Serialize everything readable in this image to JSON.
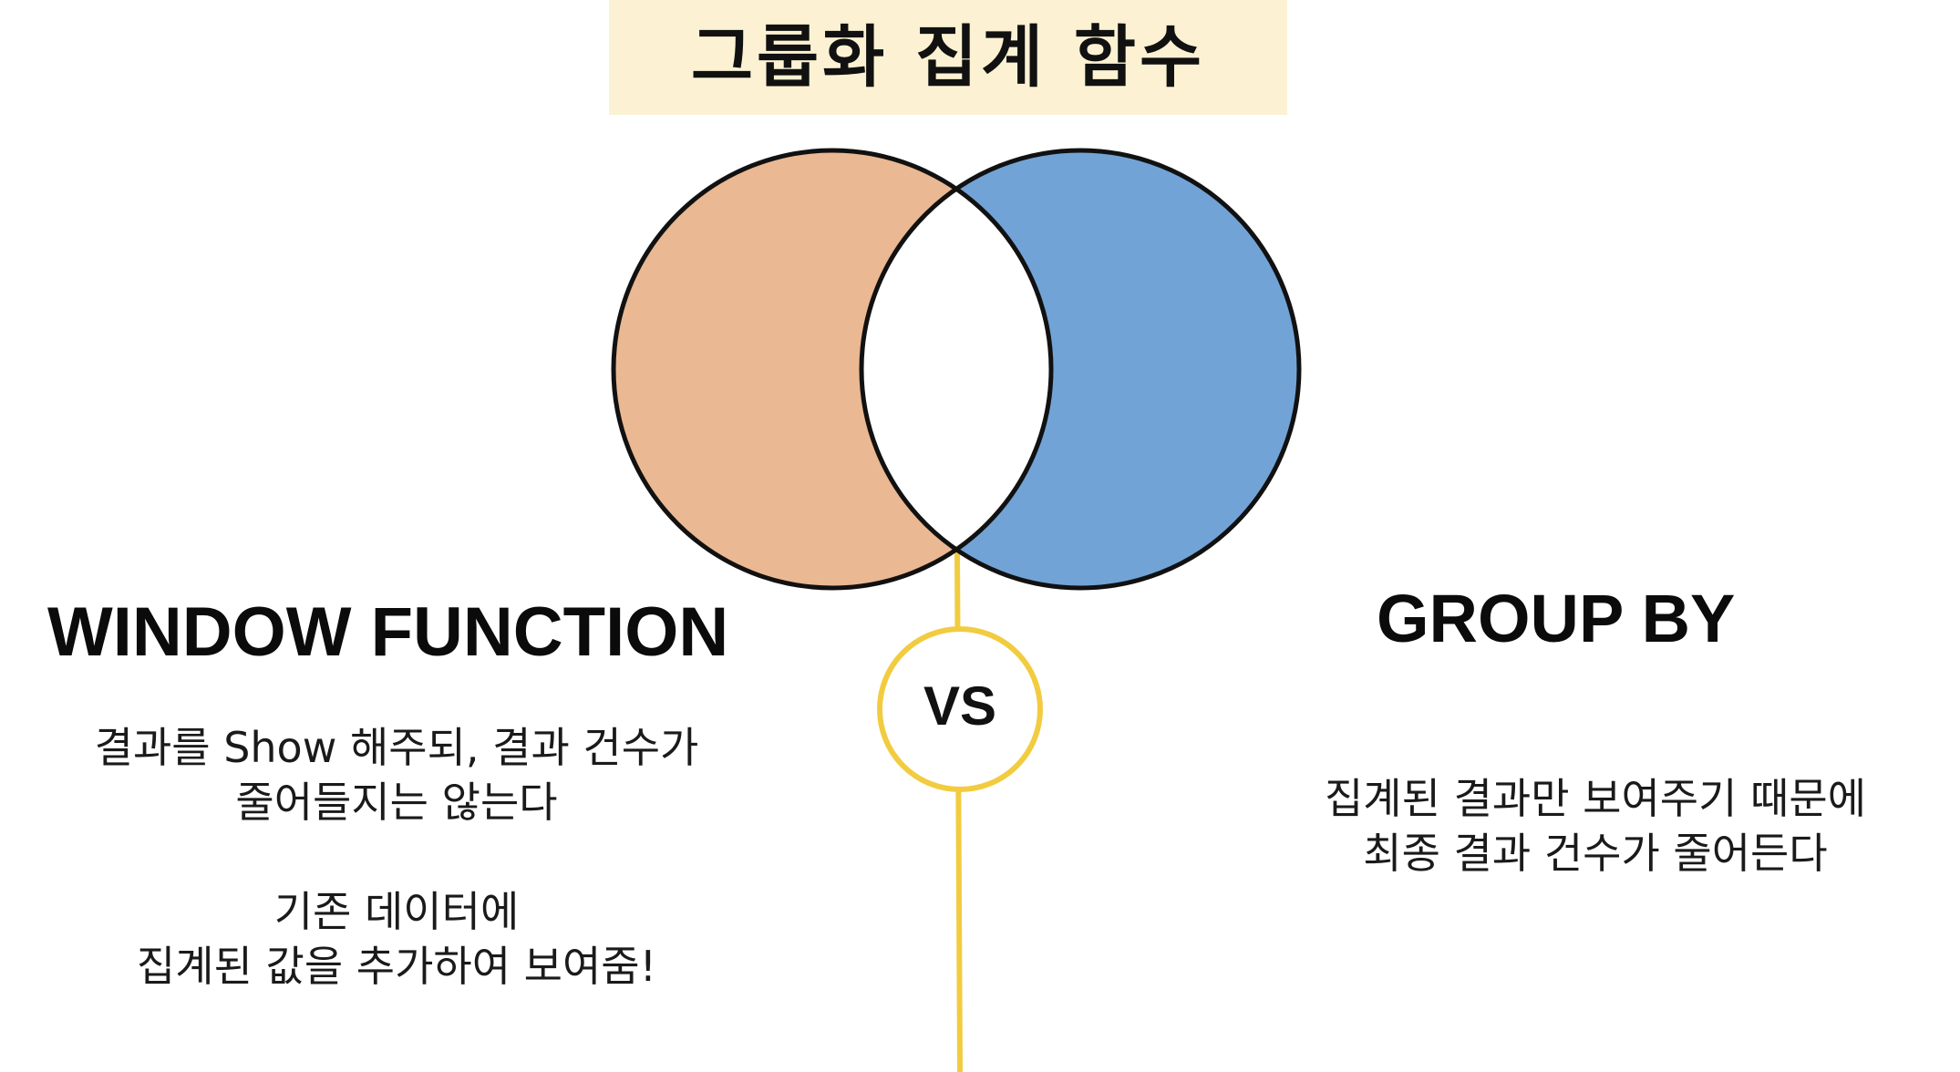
{
  "title": "그룹화 집계 함수",
  "vs_label": "VS",
  "left": {
    "heading": "WINDOW FUNCTION",
    "desc1_line1": "결과를 Show 해주되, 결과 건수가",
    "desc1_line2": "줄어들지는 않는다",
    "desc2_line1": "기존 데이터에",
    "desc2_line2": "집계된 값을 추가하여 보여줌!"
  },
  "right": {
    "heading": "GROUP BY",
    "desc_line1": "집계된 결과만 보여주기 때문에",
    "desc_line2": "최종 결과 건수가 줄어든다"
  },
  "colors": {
    "title_bg": "#fcf2d3",
    "left_circle": "#eab892",
    "right_circle": "#72a3d6",
    "intersection": "#ffffff",
    "outline": "#111111",
    "vs_line": "#f2cc40"
  }
}
